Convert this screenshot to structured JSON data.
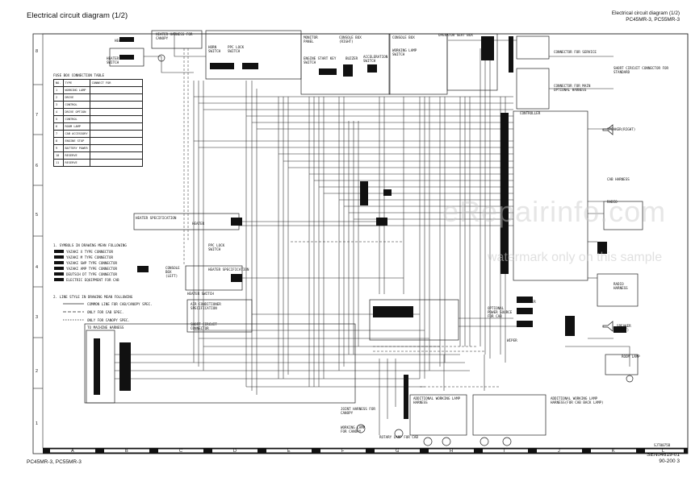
{
  "header": {
    "title": "Electrical circuit diagram (1/2)",
    "corner_title": "Electrical circuit diagram (1/2)",
    "corner_models": "PC45MR-3, PC55MR-3"
  },
  "footer": {
    "models": "PC45MR-3, PC55MR-3",
    "doc_number": "SEN04619-01",
    "page": "90-200  3",
    "drawing_code": "SJT0075B"
  },
  "watermark": {
    "site": "eRepairinfo.com",
    "notice": "watermark only on this sample"
  },
  "grid": {
    "rows": [
      "8",
      "7",
      "6",
      "5",
      "4",
      "3",
      "2",
      "1"
    ],
    "columns": [
      "A",
      "B",
      "C",
      "D",
      "E",
      "F",
      "G",
      "H",
      "I",
      "J",
      "K",
      "L"
    ]
  },
  "fuse_table": {
    "title": "FUSE BOX CONNECTION TABLE",
    "header": [
      "NO.",
      "TYPE",
      "CONNECT FOR"
    ],
    "rows": [
      [
        "1",
        "WORKING LAMP"
      ],
      [
        "2",
        "DRIVE"
      ],
      [
        "3",
        "CONTROL"
      ],
      [
        "4",
        "DRIVE OPTION"
      ],
      [
        "5",
        "CONTROL"
      ],
      [
        "6",
        "ROOM LAMP"
      ],
      [
        "7",
        "CAB ACCESSORY"
      ],
      [
        "8",
        "ENGINE STOP"
      ],
      [
        "9",
        "BATTERY POWER"
      ],
      [
        "10",
        "RESERVE"
      ],
      [
        "11",
        "RESERVE"
      ]
    ]
  },
  "labels": {
    "heater": "HEATER",
    "heater_switch": "HEATER SWITCH",
    "heater_harness": "HEATER HARNESS FOR CANOPY",
    "horn": "HORN SWITCH",
    "ppc_lock": "PPC LOCK SWITCH",
    "monitor": "MONITOR PANEL",
    "console_right": "CONSOLE BOX (RIGHT)",
    "console_left": "CONSOLE BOX (LEFT)",
    "console_seat": "CONSOLE BOX",
    "operator_seat": "OPERATOR SEAT BOX",
    "engine_start": "ENGINE START KEY SWITCH",
    "buzzer": "BUZZER",
    "accel": "ACCELERATION SWITCH",
    "working_lamp": "WORKING LAMP SWITCH",
    "cab_harness": "CAB HARNESS",
    "controller": "CONTROLLER",
    "speaker_right": "SPEAKER(RIGHT)",
    "speaker_left": "SPEAKER (LEFT)",
    "radio": "RADIO",
    "radio_harness": "RADIO HARNESS",
    "room_lamp": "ROOM LAMP",
    "heater_spec": "HEATER SPECIFICATION",
    "aircon_spec": "AIR CONDITIONER SPECIFICATION",
    "short_connector": "SHORT CIRCUIT CONNECTOR",
    "fuse_box": "FUSE BOX",
    "lighter": "LIGHTER",
    "wiper": "WIPER",
    "rotary_lamp": "ROTARY LAMP FOR CAB",
    "joint_harness": "JOINT HARNESS FOR CANOPY",
    "working_lamp_canopy": "WORKING LAMP FOR CANOPY",
    "add_lamp_harness": "ADDITIONAL WORKING LAMP HARNESS",
    "add_lamp_cab": "ADDITIONAL WORKING LAMP HARNESS(FOR CAB BACK LAMP)",
    "to_machine": "TO MACHINE HARNESS",
    "optional_power": "OPTIONAL POWER SOURCE FOR CAB",
    "short_standard": "SHORT CIRCUIT CONNECTOR FOR STANDARD",
    "service_connector": "CONNECTOR FOR SERVICE",
    "optional_harness": "CONNECTOR FOR MAIN OPTIONAL HARNESS"
  },
  "notes": {
    "note1": "1. SYMBOLS IN DRAWING MEAN FOLLOWING",
    "note1_rows": [
      "YAZAKI X TYPE CONNECTOR",
      "YAZAKI M TYPE CONNECTOR",
      "YAZAKI SWP TYPE CONNECTOR",
      "YAZAKI AMP TYPE CONNECTOR",
      "DEUTSCH DT TYPE CONNECTOR",
      "ELECTRIC EQUIPMENT FOR CAB"
    ],
    "note2": "2. LINE STYLE IN DRAWING MEAN FOLLOWING",
    "line_common": "COMMON LINE FOR CAB/CANOPY SPEC.",
    "line_canopy": "ONLY FOR CAB SPEC.",
    "line_cab": "ONLY FOR CANOPY SPEC."
  }
}
